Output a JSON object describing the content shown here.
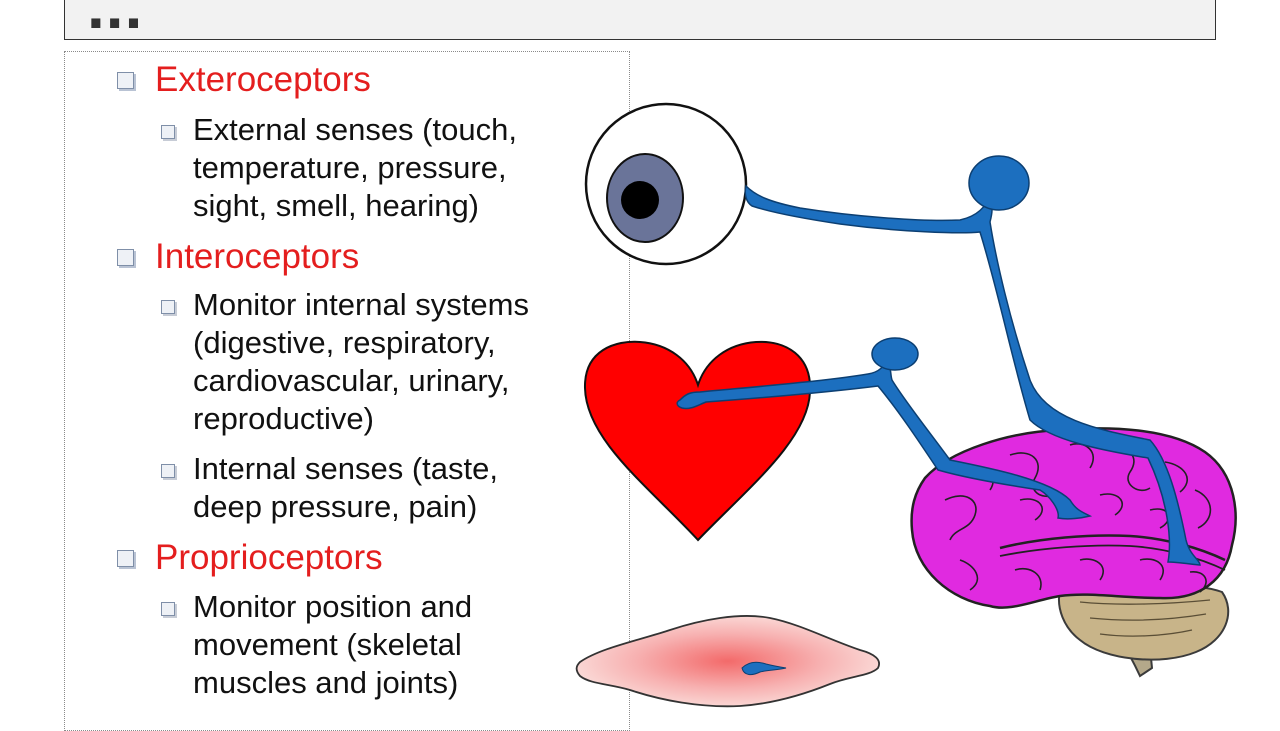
{
  "title": "...",
  "sections": [
    {
      "heading": "Exteroceptors",
      "subs": [
        {
          "lines": [
            "External senses (touch,",
            "temperature, pressure,",
            "sight, smell, hearing)"
          ]
        }
      ]
    },
    {
      "heading": "Interoceptors",
      "subs": [
        {
          "lines": [
            "Monitor internal systems",
            "(digestive, respiratory,",
            "cardiovascular, urinary,",
            "reproductive)"
          ]
        },
        {
          "lines": [
            "Internal senses (taste,",
            "deep pressure, pain)"
          ]
        }
      ]
    },
    {
      "heading": "Proprioceptors",
      "subs": [
        {
          "lines": [
            "Monitor position and",
            "movement (skeletal",
            "muscles and joints)"
          ]
        }
      ]
    }
  ],
  "colors": {
    "heading": "#e41e1e",
    "neuron": "#1c6fbf",
    "brain": "#e02ae0",
    "heart": "#ff0000",
    "muscle": "#f7a8a8",
    "iris": "#6a7499"
  },
  "icons": [
    "eye-icon",
    "heart-icon",
    "brain-icon",
    "muscle-icon",
    "neuron-icon"
  ]
}
